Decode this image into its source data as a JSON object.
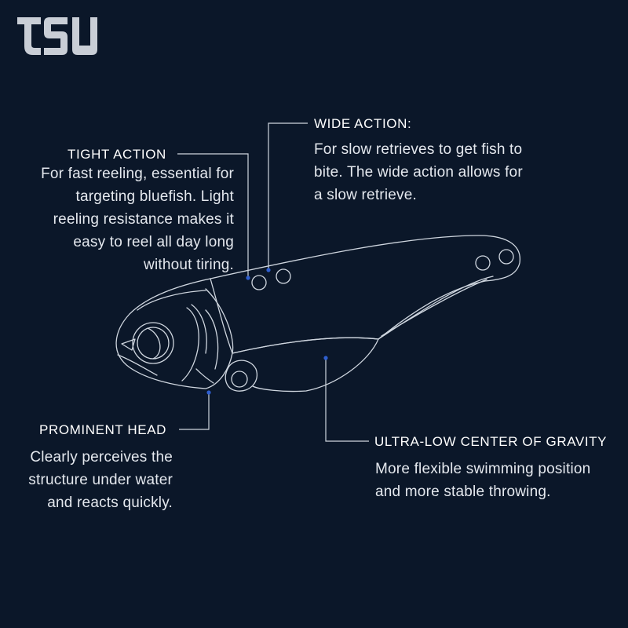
{
  "brand": {
    "logo_text": "TSU"
  },
  "colors": {
    "background": "#0b1729",
    "line": "#cfd6df",
    "dot": "#2f5fd0"
  },
  "annotations": {
    "tight_action": {
      "title": "TIGHT ACTION",
      "lines": [
        "For fast reeling, essential for",
        "targeting bluefish. Light",
        "reeling resistance makes it",
        "easy to reel all day long",
        "without tiring."
      ]
    },
    "wide_action": {
      "title": "WIDE ACTION:",
      "lines": [
        "For slow retrieves to get fish to",
        "bite. The wide action allows for",
        "a slow retrieve."
      ]
    },
    "prominent_head": {
      "title": "PROMINENT HEAD",
      "lines": [
        "Clearly perceives the",
        "structure under water",
        "and reacts quickly."
      ]
    },
    "center_of_gravity": {
      "title": "ULTRA-LOW CENTER OF GRAVITY",
      "lines": [
        "More flexible swimming position",
        "and more stable throwing."
      ]
    }
  }
}
